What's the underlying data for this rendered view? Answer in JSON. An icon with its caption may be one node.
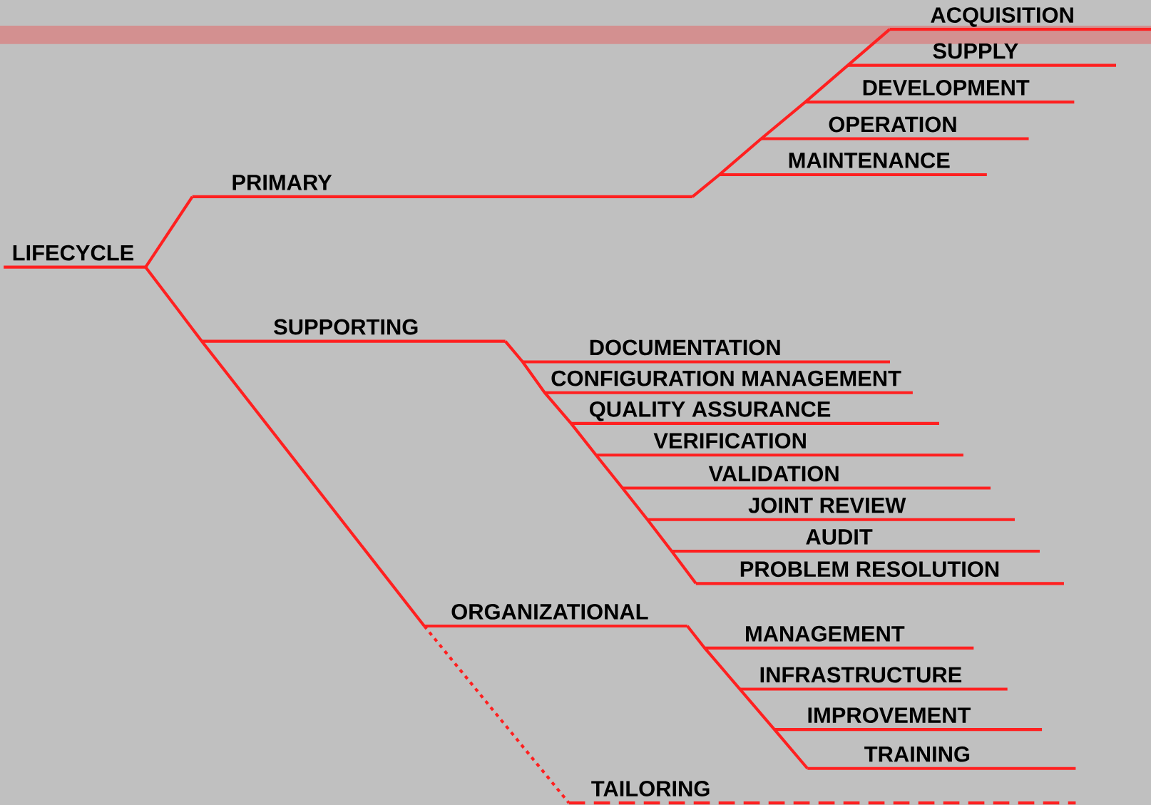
{
  "diagram": {
    "nodes": [
      {
        "text": [
          "LIFECYCLE"
        ]
      },
      {
        "text": [
          "PRIMARY"
        ]
      },
      {
        "text": [
          "ACQUISITION"
        ]
      },
      {
        "text": [
          "SUPPLY"
        ]
      },
      {
        "text": [
          "DEVELOPMENT"
        ]
      },
      {
        "text": [
          "OPERATION"
        ]
      },
      {
        "text": [
          "MAINTENANCE"
        ]
      },
      {
        "text": [
          "SUPPORTING"
        ]
      },
      {
        "text": [
          "DOCUMENTATION"
        ]
      },
      {
        "text": [
          "CONFIGURATION MANAGEMENT"
        ]
      },
      {
        "text": [
          "QUALITY ASSURANCE"
        ]
      },
      {
        "text": [
          "VERIFICATION"
        ]
      },
      {
        "text": [
          "VALIDATION"
        ]
      },
      {
        "text": [
          "JOINT REVIEW"
        ]
      },
      {
        "text": [
          "AUDIT"
        ]
      },
      {
        "text": [
          "PROBLEM RESOLUTION"
        ]
      },
      {
        "text": [
          "ORGANIZATIONAL"
        ]
      },
      {
        "text": [
          "MANAGEMENT"
        ]
      },
      {
        "text": [
          "INFRASTRUCTURE"
        ]
      },
      {
        "text": [
          "IMPROVEMENT"
        ]
      },
      {
        "text": [
          "TRAINING"
        ]
      },
      {
        "text": [
          "TAILORING"
        ]
      }
    ],
    "edges": [
      {
        "from": 0,
        "to": 1,
        "arrow": "none"
      },
      {
        "from": 0,
        "to": 7,
        "arrow": "none"
      },
      {
        "from": 0,
        "to": 16,
        "arrow": "none"
      },
      {
        "from": 1,
        "to": 2,
        "arrow": "none"
      },
      {
        "from": 1,
        "to": 3,
        "arrow": "none"
      },
      {
        "from": 1,
        "to": 4,
        "arrow": "none"
      },
      {
        "from": 1,
        "to": 5,
        "arrow": "none"
      },
      {
        "from": 1,
        "to": 6,
        "arrow": "none"
      },
      {
        "from": 7,
        "to": 8,
        "arrow": "none"
      },
      {
        "from": 7,
        "to": 9,
        "arrow": "none"
      },
      {
        "from": 7,
        "to": 10,
        "arrow": "none"
      },
      {
        "from": 7,
        "to": 11,
        "arrow": "none"
      },
      {
        "from": 7,
        "to": 12,
        "arrow": "none"
      },
      {
        "from": 7,
        "to": 13,
        "arrow": "none"
      },
      {
        "from": 7,
        "to": 14,
        "arrow": "none"
      },
      {
        "from": 7,
        "to": 15,
        "arrow": "none"
      },
      {
        "from": 16,
        "to": 17,
        "arrow": "none"
      },
      {
        "from": 16,
        "to": 18,
        "arrow": "none"
      },
      {
        "from": 16,
        "to": 19,
        "arrow": "none"
      },
      {
        "from": 16,
        "to": 20,
        "arrow": "none"
      },
      {
        "from": 16,
        "to": 21,
        "arrow": "none",
        "style": "dashed"
      }
    ]
  }
}
